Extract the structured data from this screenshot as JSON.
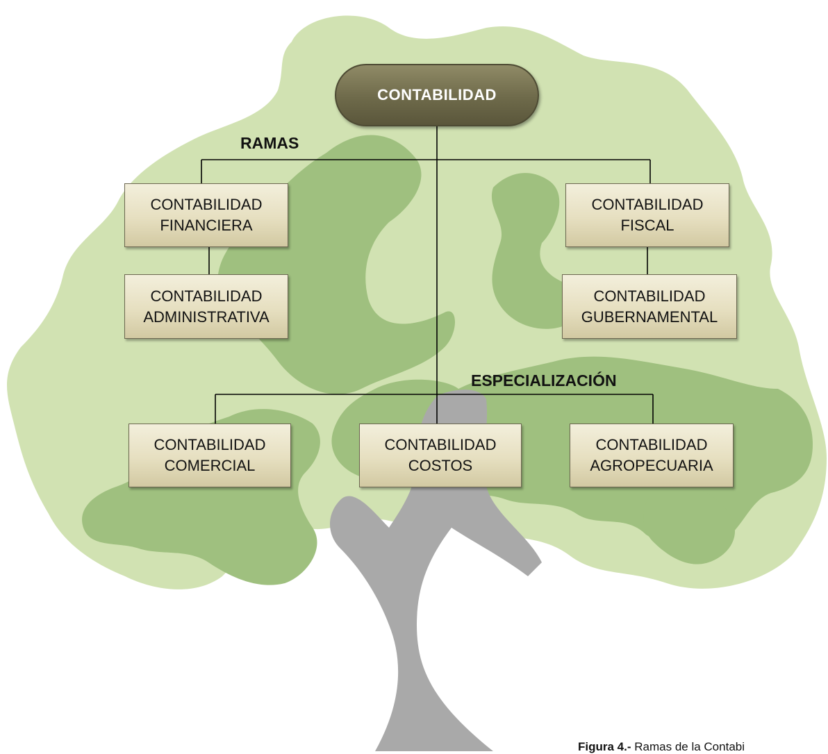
{
  "diagram": {
    "root": "CONTABILIDAD",
    "groups": {
      "ramas": "RAMAS",
      "especializacion": "ESPECIALIZACIÓN"
    },
    "nodes": {
      "financiera": {
        "line1": "CONTABILIDAD",
        "line2": "FINANCIERA"
      },
      "administrativa": {
        "line1": "CONTABILIDAD",
        "line2": "ADMINISTRATIVA"
      },
      "fiscal": {
        "line1": "CONTABILIDAD",
        "line2": "FISCAL"
      },
      "gubernamental": {
        "line1": "CONTABILIDAD",
        "line2": "GUBERNAMENTAL"
      },
      "comercial": {
        "line1": "CONTABILIDAD",
        "line2": "COMERCIAL"
      },
      "costos": {
        "line1": "CONTABILIDAD",
        "line2": "COSTOS"
      },
      "agropecuaria": {
        "line1": "CONTABILIDAD",
        "line2": "AGROPECUARIA"
      }
    }
  },
  "caption": {
    "label": "Figura 4.-",
    "text": "Ramas de la Contabi"
  },
  "colors": {
    "foliage_light": "#d1e2b2",
    "foliage_dark": "#9fc07f",
    "trunk": "#a9a9a9",
    "root_node": "#6e6a4a",
    "node_fill": "#e6dfc0"
  }
}
